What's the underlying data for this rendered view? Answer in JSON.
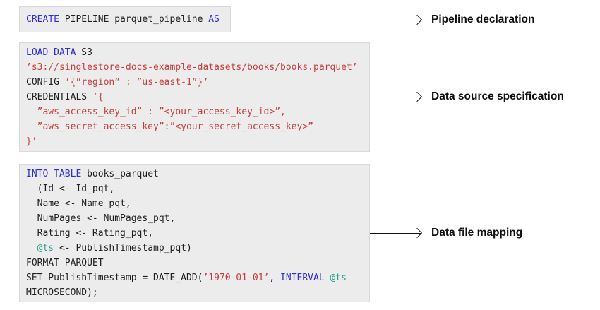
{
  "colors": {
    "keyword": "#2f2fd3",
    "string": "#c5403d",
    "variable": "#2a9d8f",
    "plain": "#212121",
    "block_bg": "#ececec",
    "block_border": "#d9d9d9",
    "arrow": "#111111",
    "label": "#111111"
  },
  "blocks": [
    {
      "id": "pipeline-declaration",
      "annotation": "Pipeline declaration",
      "lines": [
        [
          [
            "kw",
            "CREATE"
          ],
          [
            "plain",
            " PIPELINE parquet_pipeline "
          ],
          [
            "kw",
            "AS"
          ]
        ]
      ]
    },
    {
      "id": "data-source-specification",
      "annotation": "Data source specification",
      "lines": [
        [
          [
            "kw",
            "LOAD DATA"
          ],
          [
            "plain",
            " S3"
          ]
        ],
        [
          [
            "str",
            "’s3://singlestore-docs-example-datasets/books/books.parquet’"
          ]
        ],
        [
          [
            "plain",
            "CONFIG "
          ],
          [
            "str",
            "’{”region” : ”us-east-1”}’"
          ]
        ],
        [
          [
            "plain",
            "CREDENTIALS "
          ],
          [
            "str",
            "’{"
          ]
        ],
        [
          [
            "str",
            "  ”aws_access_key_id” : ”<your_access_key_id>”,"
          ]
        ],
        [
          [
            "str",
            "  ”aws_secret_access_key”:”<your_secret_access_key>”"
          ]
        ],
        [
          [
            "str",
            "}’"
          ]
        ]
      ]
    },
    {
      "id": "data-file-mapping",
      "annotation": "Data file mapping",
      "lines": [
        [
          [
            "kw",
            "INTO TABLE"
          ],
          [
            "plain",
            " books_parquet"
          ]
        ],
        [
          [
            "plain",
            "  (Id <- Id_pqt,"
          ]
        ],
        [
          [
            "plain",
            "  Name <- Name_pqt,"
          ]
        ],
        [
          [
            "plain",
            "  NumPages <- NumPages_pqt,"
          ]
        ],
        [
          [
            "plain",
            "  Rating <- Rating_pqt,"
          ]
        ],
        [
          [
            "plain",
            "  "
          ],
          [
            "var",
            "@ts"
          ],
          [
            "plain",
            " <- PublishTimestamp_pqt)"
          ]
        ],
        [
          [
            "plain",
            "FORMAT PARQUET"
          ]
        ],
        [
          [
            "plain",
            "SET PublishTimestamp = DATE_ADD("
          ],
          [
            "str",
            "’1970-01-01’"
          ],
          [
            "plain",
            ", "
          ],
          [
            "kw",
            "INTERVAL"
          ],
          [
            "plain",
            " "
          ],
          [
            "var",
            "@ts"
          ]
        ],
        [
          [
            "plain",
            "MICROSECOND);"
          ]
        ]
      ]
    }
  ]
}
